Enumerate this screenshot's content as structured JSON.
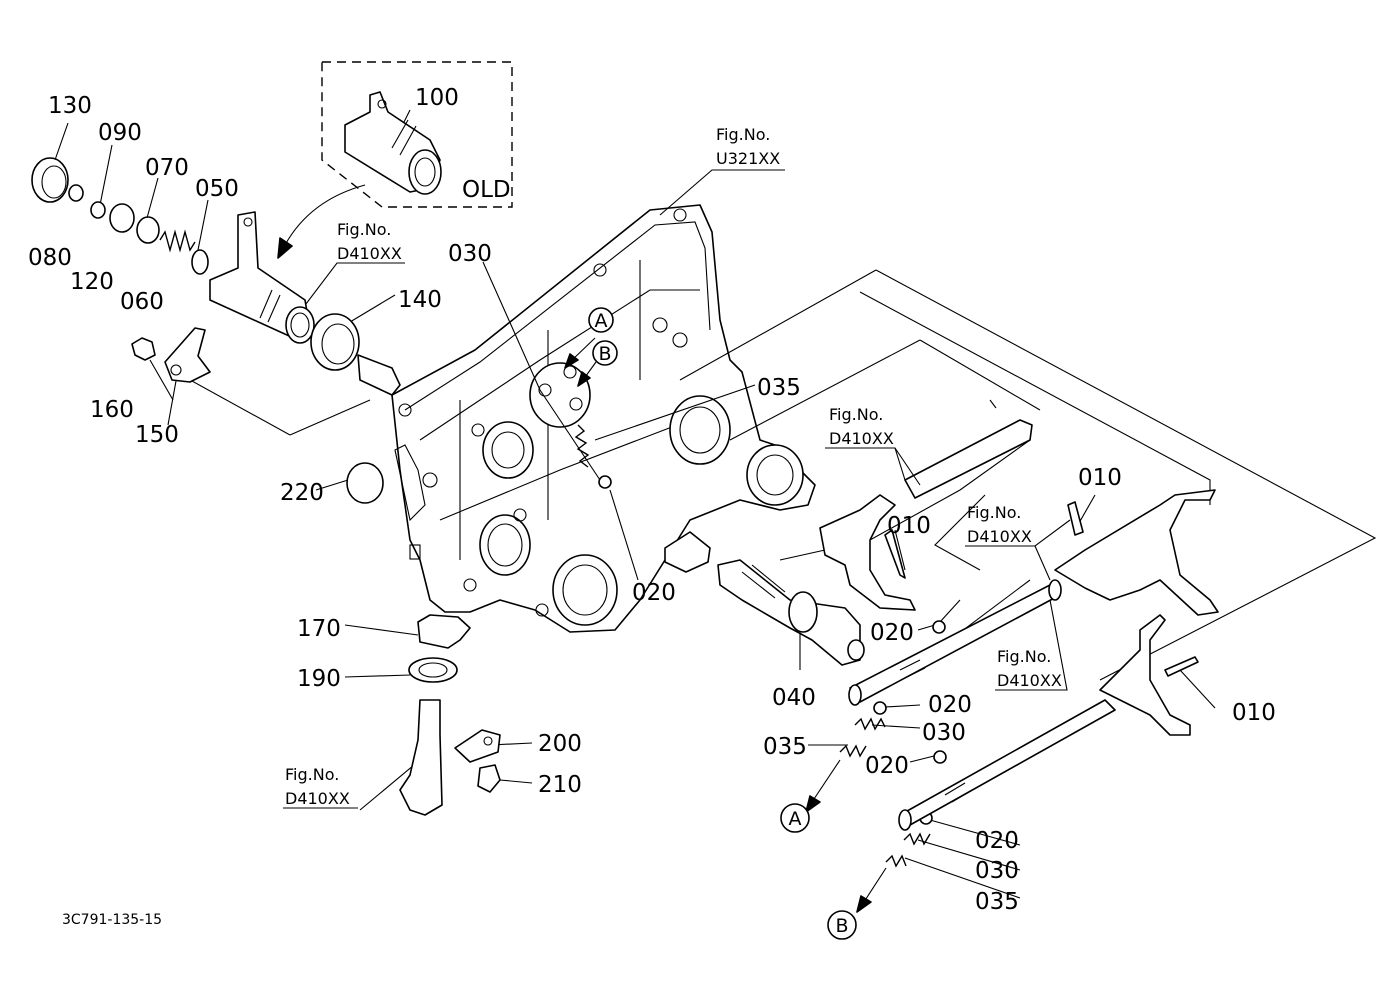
{
  "callouts": {
    "c130": "130",
    "c090": "090",
    "c070": "070",
    "c050": "050",
    "c080": "080",
    "c120": "120",
    "c060": "060",
    "c100": "100",
    "old": "OLD",
    "c030a": "030",
    "c140": "140",
    "c035a": "035",
    "c160": "160",
    "c150": "150",
    "c220": "220",
    "c020a": "020",
    "c010a": "010",
    "c010b": "010",
    "c170": "170",
    "c190": "190",
    "c040": "040",
    "c020b": "020",
    "c020c": "020",
    "c030b": "030",
    "c035b": "035",
    "c020d": "020",
    "c010c": "010",
    "c200": "200",
    "c210": "210",
    "c020e": "020",
    "c030c": "030",
    "c035c": "035"
  },
  "fig_refs": {
    "u321": {
      "label": "Fig.No.",
      "code": "U321XX"
    },
    "d410_top": {
      "label": "Fig.No.",
      "code": "D410XX"
    },
    "d410_rod": {
      "label": "Fig.No.",
      "code": "D410XX"
    },
    "d410_fork": {
      "label": "Fig.No.",
      "code": "D410XX"
    },
    "d410_shaft": {
      "label": "Fig.No.",
      "code": "D410XX"
    },
    "d410_lever": {
      "label": "Fig.No.",
      "code": "D410XX"
    }
  },
  "refs": {
    "a": "A",
    "b": "B"
  },
  "drawing_code": "3C791-135-15"
}
